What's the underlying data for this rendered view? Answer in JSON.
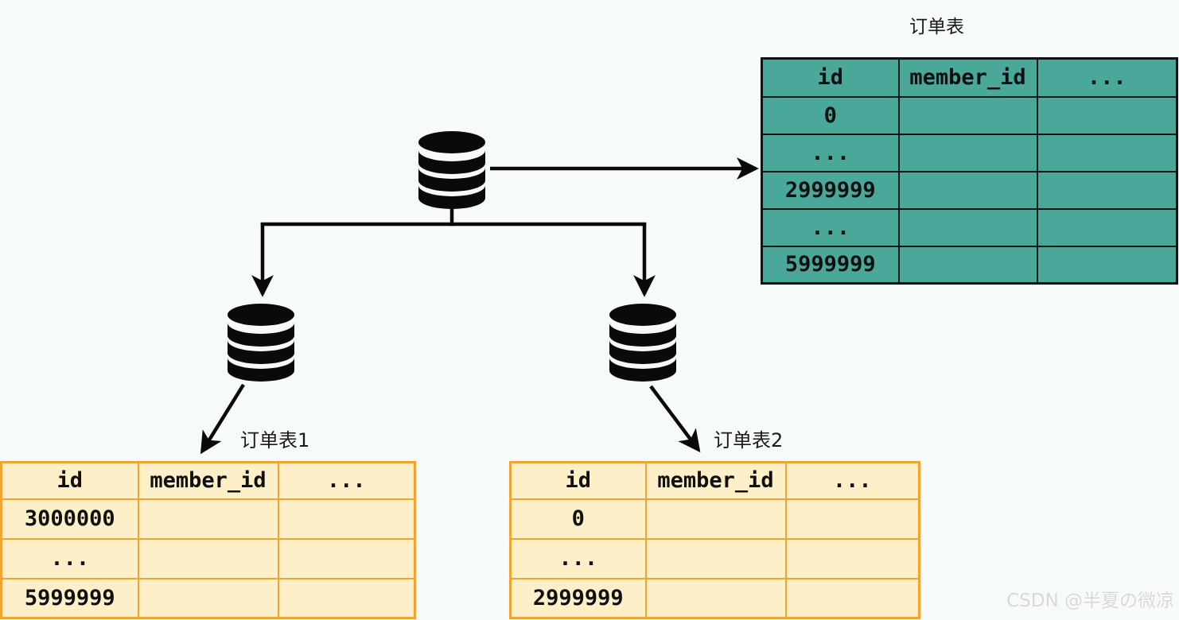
{
  "canvas": {
    "background": "#f6fbf9"
  },
  "title": "订单表",
  "watermark": "CSDN @半夏の微凉",
  "main_table": {
    "headers": [
      "id",
      "member_id",
      "..."
    ],
    "rows": [
      [
        "0",
        "",
        ""
      ],
      [
        "...",
        "",
        ""
      ],
      [
        "2999999",
        "",
        ""
      ],
      [
        "...",
        "",
        ""
      ],
      [
        "5999999",
        "",
        ""
      ]
    ]
  },
  "shard1": {
    "label": "订单表1",
    "headers": [
      "id",
      "member_id",
      "..."
    ],
    "rows": [
      [
        "3000000",
        "",
        ""
      ],
      [
        "...",
        "",
        ""
      ],
      [
        "5999999",
        "",
        ""
      ]
    ]
  },
  "shard2": {
    "label": "订单表2",
    "headers": [
      "id",
      "member_id",
      "..."
    ],
    "rows": [
      [
        "0",
        "",
        ""
      ],
      [
        "...",
        "",
        ""
      ],
      [
        "2999999",
        "",
        ""
      ]
    ]
  },
  "icons": {
    "main_db": "database-icon",
    "shard_db_1": "database-icon",
    "shard_db_2": "database-icon"
  },
  "colors": {
    "main_table_fill": "#4aa89a",
    "main_table_border": "#0d1512",
    "shard_table_fill": "#fdf0c9",
    "shard_table_border": "#f0a431",
    "connector": "#0a0a0a",
    "watermark": "#d8d8d8"
  }
}
